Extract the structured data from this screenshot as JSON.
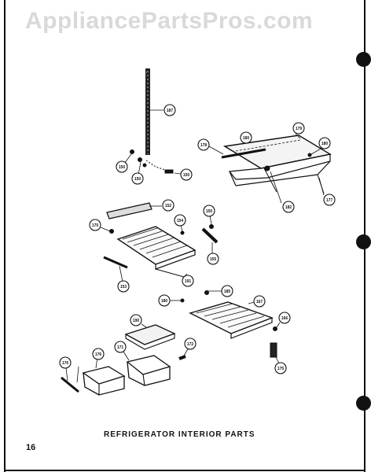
{
  "watermark": "AppliancePartsPros.com",
  "caption": "REFRIGERATOR INTERIOR PARTS",
  "page_number": "16",
  "callouts": [
    "187",
    "150",
    "150",
    "150",
    "178",
    "180",
    "179",
    "180",
    "182",
    "177",
    "170",
    "152",
    "154",
    "150",
    "155",
    "191",
    "153",
    "180",
    "185",
    "167",
    "166",
    "190",
    "172",
    "171",
    "176",
    "176",
    "175"
  ]
}
